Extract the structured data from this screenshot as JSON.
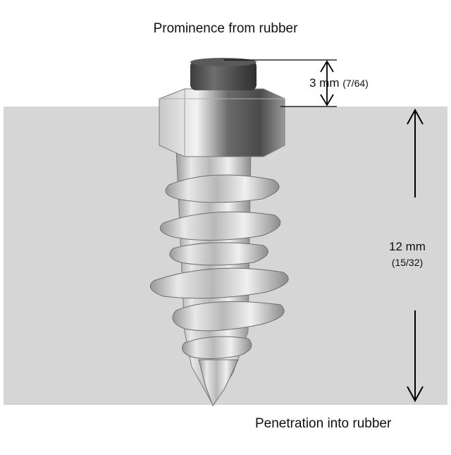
{
  "captions": {
    "top": "Prominence from rubber",
    "bottom": "Penetration into rubber"
  },
  "dimensions": {
    "prominence": {
      "value": "3 mm",
      "fraction": "(7/64)"
    },
    "penetration": {
      "value": "12 mm",
      "fraction": "(15/32)"
    }
  },
  "colors": {
    "rubber": "#d6d6d6",
    "stud_tip": "#4a4a4a",
    "metal_light": "#e4e4e4",
    "metal_dark": "#8a8a8a",
    "line": "#000000"
  }
}
